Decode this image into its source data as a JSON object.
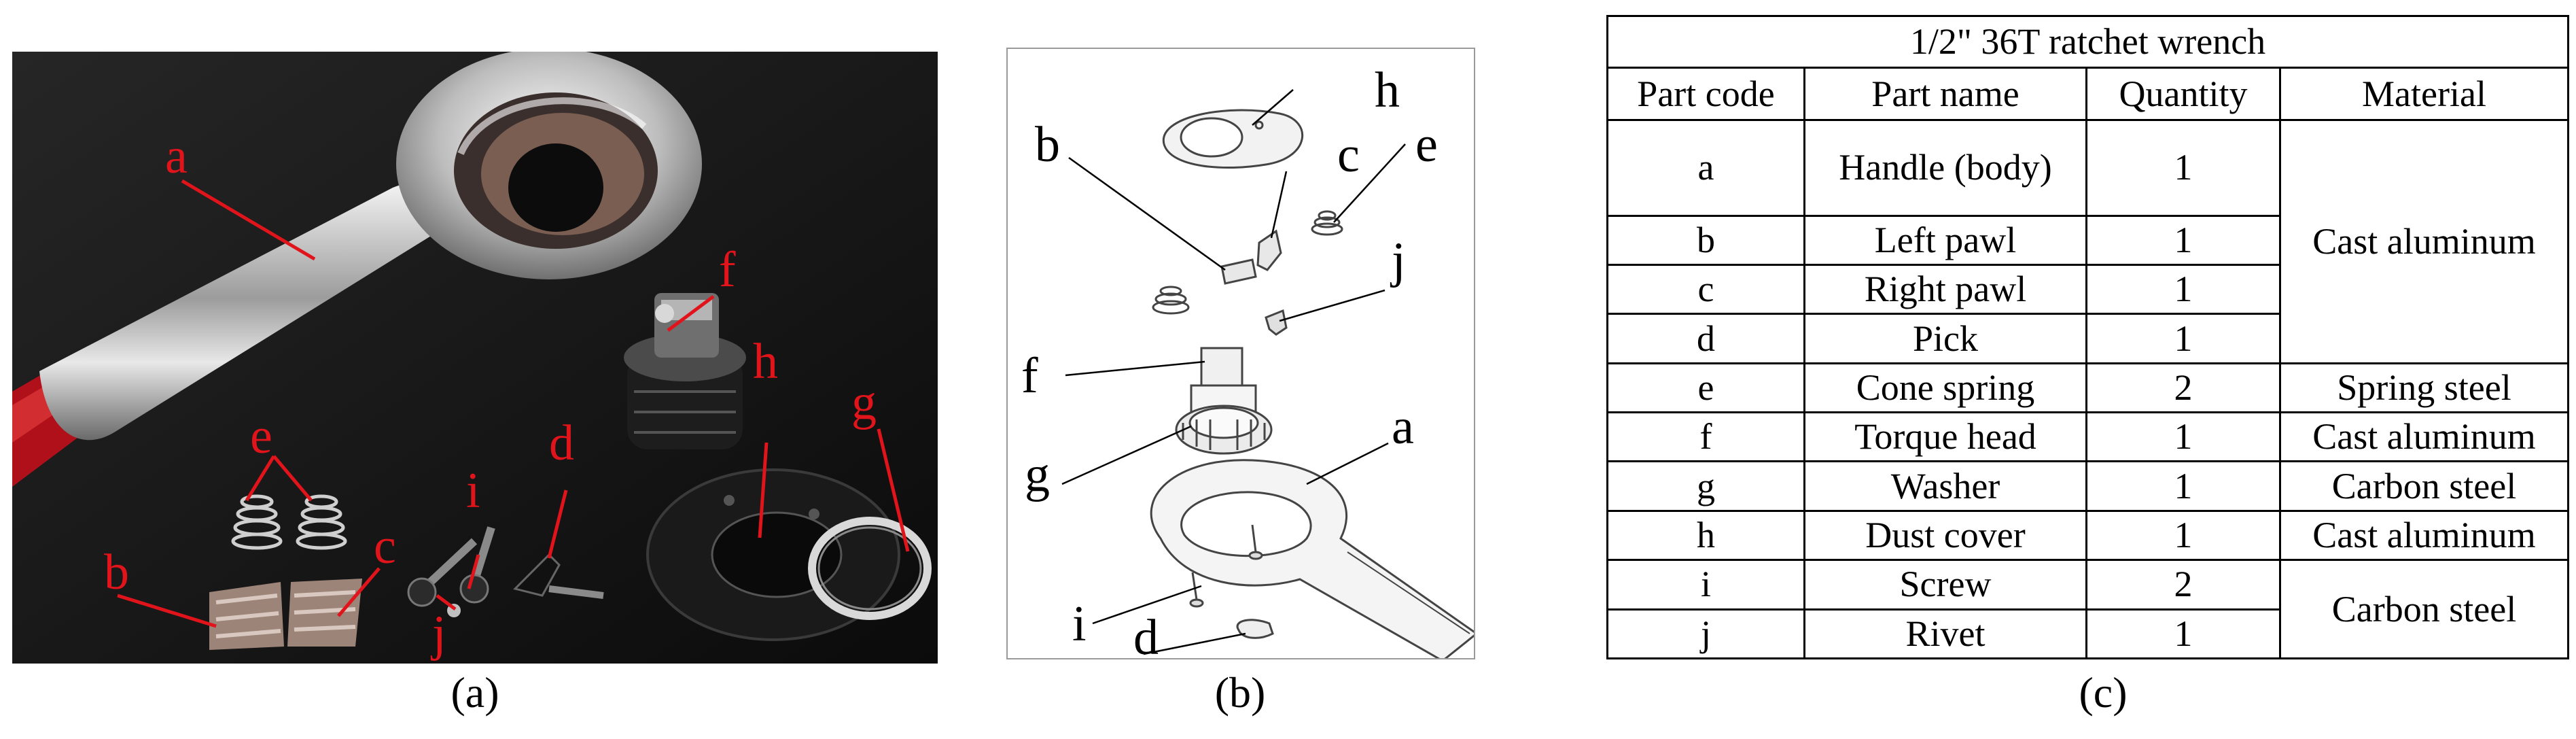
{
  "panel_a": {
    "caption": "(a)",
    "labels": {
      "a": "a",
      "b": "b",
      "c": "c",
      "d": "d",
      "e": "e",
      "f": "f",
      "g": "g",
      "h": "h",
      "i": "i",
      "j": "j"
    }
  },
  "panel_b": {
    "caption": "(b)",
    "labels": {
      "a": "a",
      "b": "b",
      "c": "c",
      "d": "d",
      "e": "e",
      "f": "f",
      "g": "g",
      "h": "h",
      "i": "i",
      "j": "j"
    }
  },
  "panel_c": {
    "caption": "(c)",
    "table": {
      "title": "1/2\" 36T ratchet wrench",
      "headers": [
        "Part code",
        "Part name",
        "Quantity",
        "Material"
      ],
      "rows": [
        {
          "code": "a",
          "name": "Handle (body)",
          "qty": "1"
        },
        {
          "code": "b",
          "name": "Left pawl",
          "qty": "1"
        },
        {
          "code": "c",
          "name": "Right pawl",
          "qty": "1"
        },
        {
          "code": "d",
          "name": "Pick",
          "qty": "1"
        },
        {
          "code": "e",
          "name": "Cone spring",
          "qty": "2"
        },
        {
          "code": "f",
          "name": "Torque head",
          "qty": "1"
        },
        {
          "code": "g",
          "name": "Washer",
          "qty": "1"
        },
        {
          "code": "h",
          "name": "Dust cover",
          "qty": "1"
        },
        {
          "code": "i",
          "name": "Screw",
          "qty": "2"
        },
        {
          "code": "j",
          "name": "Rivet",
          "qty": "1"
        }
      ],
      "materials": {
        "cast_aluminum_abcd": "Cast aluminum",
        "spring_steel_e": "Spring steel",
        "cast_aluminum_f": "Cast aluminum",
        "carbon_steel_g": "Carbon steel",
        "cast_aluminum_h": "Cast aluminum",
        "carbon_steel_ij": "Carbon steel"
      }
    }
  },
  "colors": {
    "label_red": "#e0141a",
    "photo_bg": "#141414"
  }
}
